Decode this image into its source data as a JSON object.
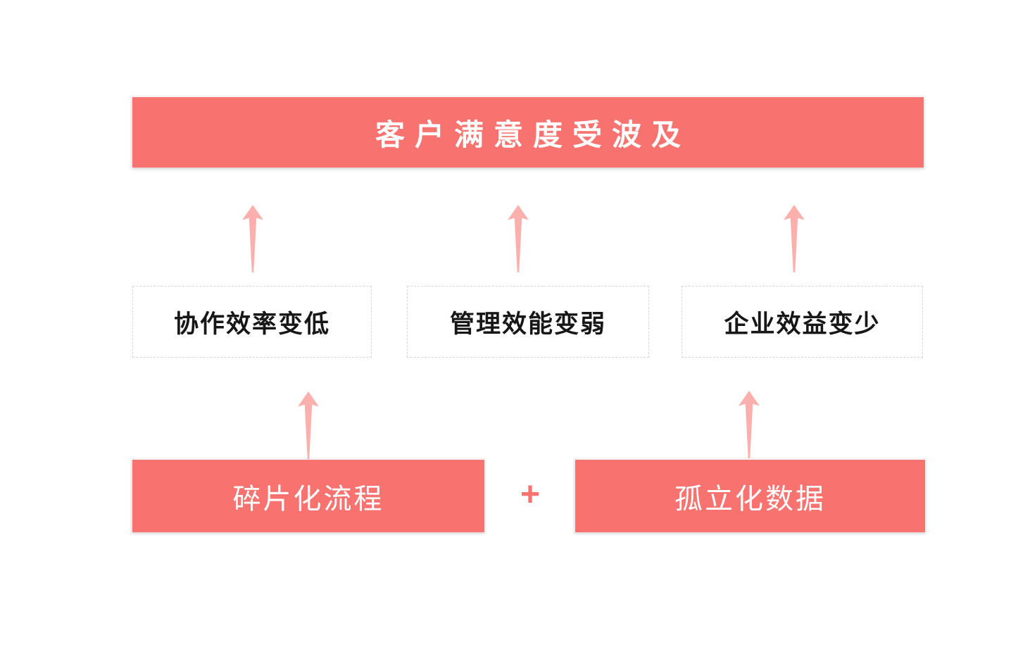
{
  "colors": {
    "accent": "#F8736F",
    "arrow": "#FBB0AD",
    "dashed_border": "#D6D6D6",
    "text_dark": "#171717",
    "text_light": "#FFFFFF",
    "background": "#FFFFFF"
  },
  "diagram": {
    "top_banner": {
      "label": "客户满意度受波及"
    },
    "middle_boxes": [
      {
        "label": "协作效率变低"
      },
      {
        "label": "管理效能变弱"
      },
      {
        "label": "企业效益变少"
      }
    ],
    "bottom_boxes": [
      {
        "label": "碎片化流程"
      },
      {
        "label": "孤立化数据"
      }
    ],
    "plus_label": "+",
    "arrows": {
      "top_row_count": 3,
      "bottom_row_count": 2,
      "direction": "up"
    }
  }
}
